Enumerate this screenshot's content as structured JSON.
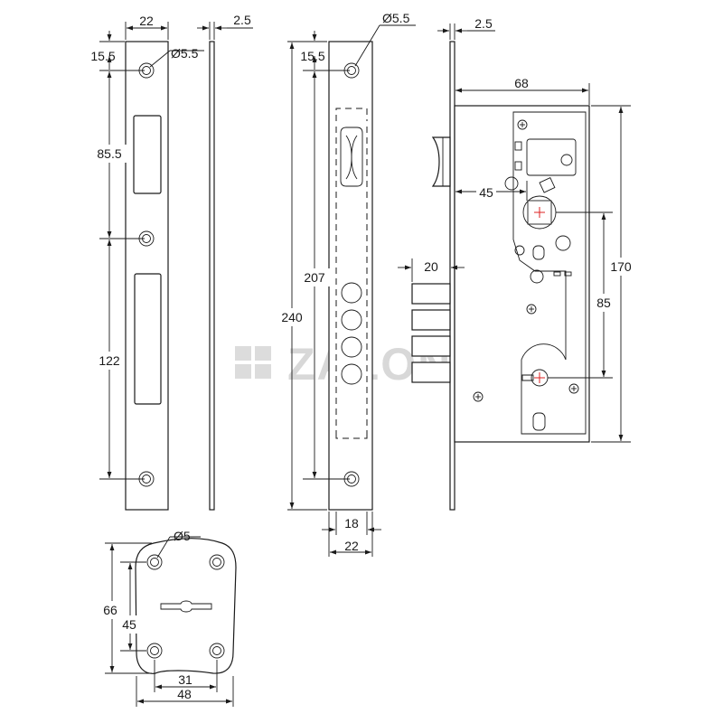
{
  "watermark": {
    "brand": "ZALONIS"
  },
  "strike_plate": {
    "width": "22",
    "thickness": "2.5",
    "top_offset": "15.5",
    "hole_diameter": "Ø5.5",
    "upper_pitch": "85.5",
    "lower_pitch": "122"
  },
  "faceplate": {
    "hole_diameter": "Ø5.5",
    "top_offset": "15.5",
    "hole_pitch": "207",
    "total_length": "240",
    "inner_width": "18",
    "outer_width": "22"
  },
  "lock_body": {
    "faceplate_thickness": "2.5",
    "depth": "68",
    "backset": "45",
    "bolt_projection": "20",
    "height": "170",
    "center_distance": "85"
  },
  "escutcheon": {
    "hole_diameter": "Ø5",
    "height": "66",
    "hole_pitch_v": "45",
    "hole_pitch_h": "31",
    "width": "48"
  }
}
